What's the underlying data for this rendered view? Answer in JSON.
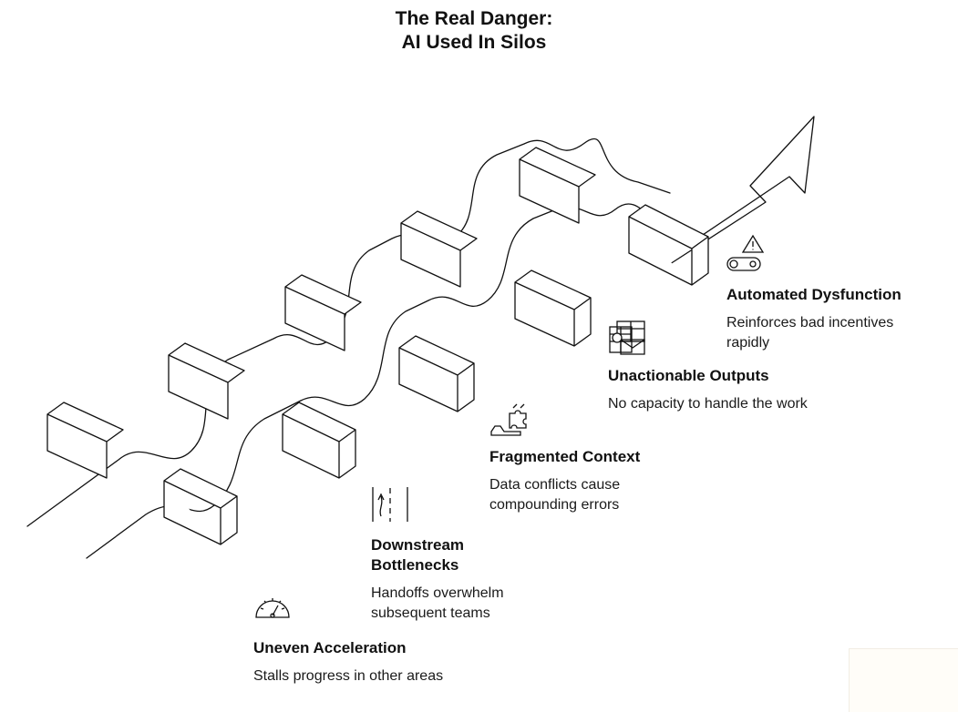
{
  "title": {
    "line1": "The Real Danger:",
    "line2": "AI Used In Silos"
  },
  "steps": [
    {
      "icon": "speedometer-icon",
      "title": "Uneven Acceleration",
      "description": "Stalls progress in other areas"
    },
    {
      "icon": "road-lanes-icon",
      "title": "Downstream Bottlenecks",
      "description": "Handoffs overwhelm subsequent teams"
    },
    {
      "icon": "hand-puzzle-icon",
      "title": "Fragmented Context",
      "description": "Data conflicts cause compounding errors"
    },
    {
      "icon": "spreadsheet-mail-icon",
      "title": "Unactionable Outputs",
      "description": "No capacity to handle the work"
    },
    {
      "icon": "warning-link-icon",
      "title": "Automated Dysfunction",
      "description": "Reinforces bad incentives rapidly"
    }
  ]
}
